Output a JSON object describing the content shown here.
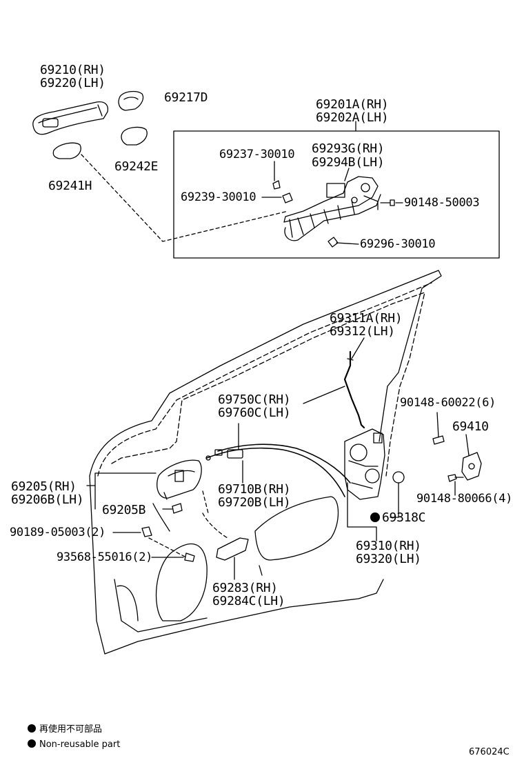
{
  "parts": {
    "outside_handle": [
      "69210(RH)",
      "69220(LH)"
    ],
    "p69217d": "69217D",
    "p69242e": "69242E",
    "p69241h": "69241H",
    "frame_assy": [
      "69201A(RH)",
      "69202A(LH)"
    ],
    "p69237": "69237-30010",
    "p69239": "69239-30010",
    "cover": [
      "69293G(RH)",
      "69294B(LH)"
    ],
    "p90148_50003": "90148-50003",
    "p69296": "69296-30010",
    "rod": [
      "69311A(RH)",
      "69312(LH)"
    ],
    "p90148_60022": "90148-60022(6)",
    "p69410": "69410",
    "p90148_80066": "90148-80066(4)",
    "cable_a": [
      "69750C(RH)",
      "69760C(LH)"
    ],
    "cable_b": [
      "69710B(RH)",
      "69720B(LH)"
    ],
    "inside_handle": [
      "69205(RH)",
      "69206B(LH)"
    ],
    "p69205b": "69205B",
    "p90189": "90189-05003(2)",
    "p93568": "93568-55016(2)",
    "p69318c": "69318C",
    "lock_assy": [
      "69310(RH)",
      "69320(LH)"
    ],
    "bracket": [
      "69283(RH)",
      "69284C(LH)"
    ]
  },
  "legend": {
    "jp": "再使用不可部品",
    "en": "Non-reusable part"
  },
  "diagram_code": "676024C"
}
